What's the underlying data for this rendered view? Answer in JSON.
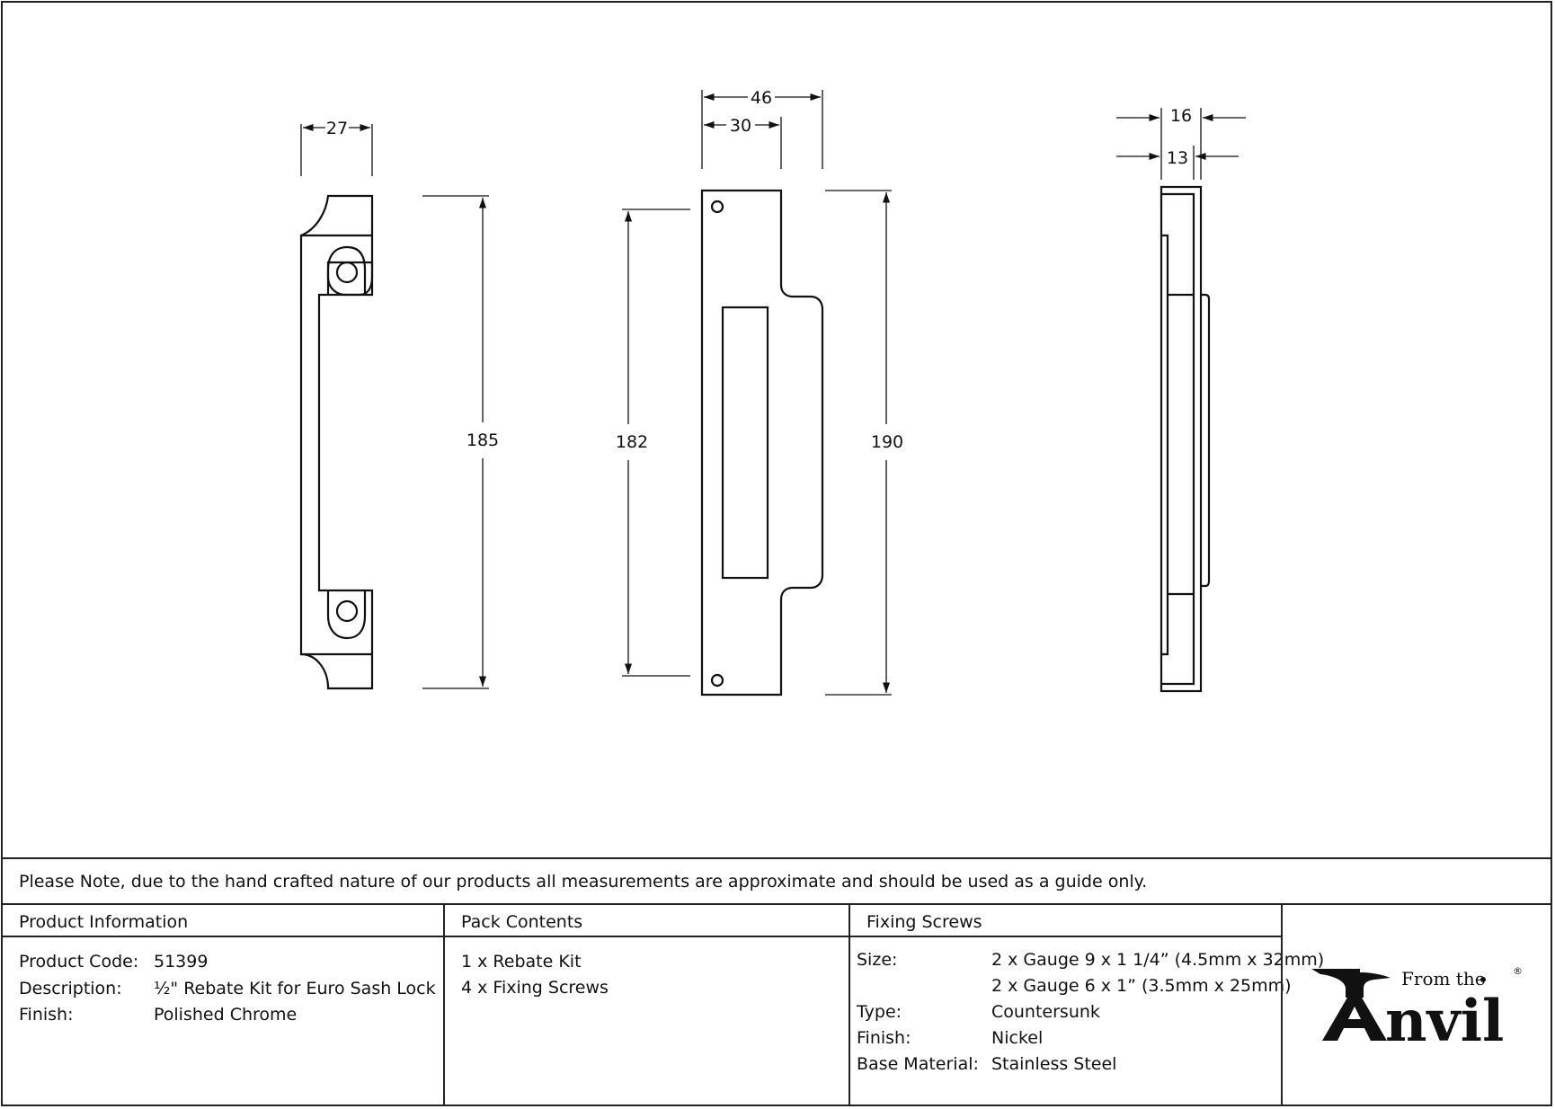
{
  "dimensions": {
    "front_width": "27",
    "front_height": "185",
    "plate_width": "46",
    "plate_inner_width": "30",
    "plate_fixing_height": "182",
    "plate_height": "190",
    "side_width": "16",
    "side_inner_width": "13"
  },
  "note": "Please Note, due to the hand crafted nature of our products all measurements are approximate and should be used as a guide only.",
  "product_information": {
    "heading": "Product Information",
    "rows": [
      {
        "label": "Product Code:",
        "value": "51399"
      },
      {
        "label": "Description:",
        "value": "½\" Rebate Kit for Euro Sash Lock"
      },
      {
        "label": "Finish:",
        "value": "Polished Chrome"
      }
    ]
  },
  "pack_contents": {
    "heading": "Pack Contents",
    "items": [
      "1 x Rebate Kit",
      "4 x Fixing Screws"
    ]
  },
  "fixing_screws": {
    "heading": "Fixing Screws",
    "rows": [
      {
        "label": "Size:",
        "value": "2 x Gauge 9 x 1 1/4” (4.5mm x 32mm)"
      },
      {
        "label": "",
        "value": "2 x Gauge 6 x 1” (3.5mm x 25mm)"
      },
      {
        "label": "Type:",
        "value": "Countersunk"
      },
      {
        "label": "Finish:",
        "value": "Nickel"
      },
      {
        "label": "Base Material:",
        "value": "Stainless Steel"
      }
    ]
  },
  "logo": {
    "small_text": "From the",
    "big_text": "nvil",
    "mark": "®",
    "icon": "anvil-icon"
  }
}
